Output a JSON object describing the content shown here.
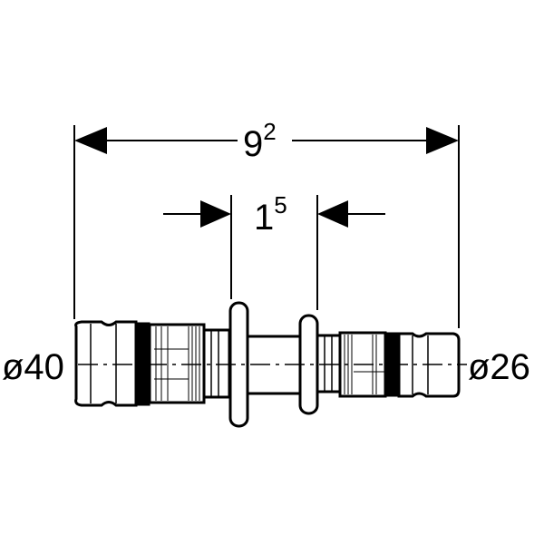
{
  "dimensions": {
    "overall_length": {
      "base": "9",
      "sup": "2"
    },
    "inner_length": {
      "base": "1",
      "sup": "5"
    }
  },
  "labels": {
    "left_diameter": "ø40",
    "right_diameter": "ø26"
  },
  "colors": {
    "line": "#000000",
    "background": "#ffffff"
  }
}
